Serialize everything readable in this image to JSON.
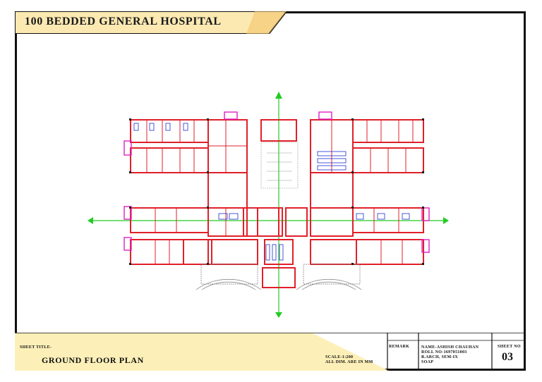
{
  "title": "100 BEDDED GENERAL HOSPITAL",
  "titleblock": {
    "sheet_title_label": "SHEET TITLE-",
    "sheet_title": "GROUND FLOOR PLAN",
    "scale_line1": "SCALE-1:200",
    "scale_line2": "ALL DIM. ARE IN MM",
    "remark_label": "REMARK",
    "name": "NAME-ASHISH CHAUHAN",
    "roll": "ROLL NO-1697051003",
    "course": "B.ARCH, SEM-IX",
    "institute": "SOAP",
    "sheet_no_label": "SHEET NO",
    "sheet_no": "03"
  },
  "colors": {
    "frame": "#111111",
    "banner_fill": "#fce9b2",
    "titleblock_fill": "#fcf0b8",
    "wall": "#e0202a",
    "furniture": "#1f2fd0",
    "axis": "#22cc22",
    "accent": "#e020c8",
    "column": "#1a1a1a"
  }
}
